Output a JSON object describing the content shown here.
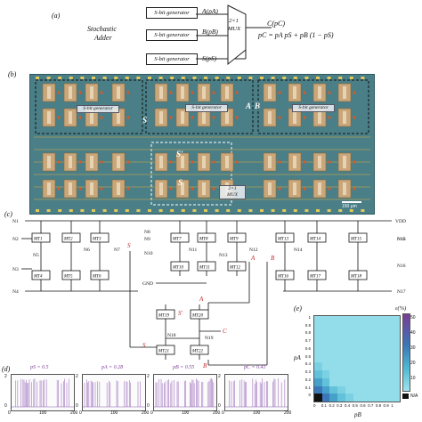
{
  "panel_a": {
    "label": "(a)",
    "title_line1": "Stochastic",
    "title_line2": "Adder",
    "generators": [
      "S-bit generator",
      "S-bit generator",
      "S-bit generator"
    ],
    "inputs": [
      "A(pA)",
      "B(pB)",
      "S(pS)"
    ],
    "mux_line1": "2×1",
    "mux_line2": "MUX",
    "output": "C(pC)",
    "equation": "pC = pA pS + pB (1 − pS)"
  },
  "panel_b": {
    "label": "(b)",
    "chip_labels": [
      "S-bit generator",
      "S-bit generator",
      "S-bit generator"
    ],
    "mux_label_line1": "2×1",
    "mux_label_line2": "MUX",
    "region_letters": [
      "S",
      "A",
      "B",
      "S'",
      "S"
    ],
    "scale_bar": "150 μm"
  },
  "panel_c": {
    "label": "(c)",
    "nodes": [
      "N1",
      "N2",
      "N3",
      "N4",
      "N5",
      "N6",
      "N7",
      "N8",
      "N9",
      "N10",
      "N11",
      "N12",
      "N13",
      "N14",
      "N15",
      "N16",
      "N17",
      "N18",
      "N19",
      "VDD",
      "GND",
      "GND"
    ],
    "transistors": [
      "MT1",
      "MT2",
      "MT3",
      "MT4",
      "MT5",
      "MT6",
      "MT7",
      "MT8",
      "MT9",
      "MT10",
      "MT11",
      "MT12",
      "MT13",
      "MT14",
      "MT15",
      "MT16",
      "MT17",
      "MT18",
      "MT19",
      "MT20",
      "MT21",
      "MT22"
    ],
    "signals": [
      "S",
      "A",
      "B",
      "A",
      "S'",
      "S",
      "C",
      "B"
    ]
  },
  "panel_d": {
    "label": "(d)",
    "plots": [
      {
        "title": "pS = 0.5",
        "ymax": "2",
        "ymin": "0",
        "xticks": [
          "0",
          "100",
          "200"
        ]
      },
      {
        "title": "pA = 0.28",
        "ymax": "2",
        "ymin": "0",
        "xticks": [
          "0",
          "100",
          "200"
        ]
      },
      {
        "title": "pB = 0.55",
        "ymax": "2",
        "ymin": "0",
        "xticks": [
          "0",
          "100",
          "200"
        ]
      },
      {
        "title": "pC = 0.41",
        "ymax": "2",
        "ymin": "0",
        "xticks": [
          "0",
          "100",
          "200"
        ]
      }
    ]
  },
  "panel_e": {
    "label": "(e)",
    "colorbar_title": "ε(%)",
    "colorbar_ticks": [
      "50",
      "40",
      "30",
      "20",
      "10"
    ],
    "colorbar_na": "N/A",
    "xlabel": "pB",
    "ylabel": "pA",
    "xticks": [
      "0",
      "0.1",
      "0.2",
      "0.3",
      "0.4",
      "0.5",
      "0.6",
      "0.7",
      "0.8",
      "0.9",
      "1"
    ],
    "yticks": [
      "1",
      "0.9",
      "0.8",
      "0.7",
      "0.6",
      "0.5",
      "0.4",
      "0.3",
      "0.2",
      "0.1",
      "0"
    ],
    "colors": {
      "low": "#9fe3ee",
      "mid": "#3aa6c6",
      "high": "#7a3d96",
      "na": "#111111"
    }
  }
}
